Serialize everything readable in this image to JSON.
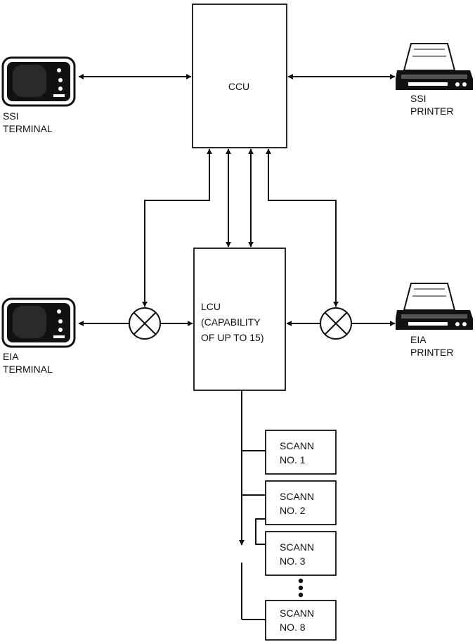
{
  "nodes": {
    "ccu": {
      "label": "CCU"
    },
    "lcu": {
      "lines": [
        "LCU",
        "(CAPABILITY",
        "OF UP TO 15)"
      ]
    },
    "ssi_terminal": {
      "lines": [
        "SSI",
        "TERMINAL"
      ]
    },
    "ssi_printer": {
      "lines": [
        "SSI",
        "PRINTER"
      ]
    },
    "eia_terminal": {
      "lines": [
        "EIA",
        "TERMINAL"
      ]
    },
    "eia_printer": {
      "lines": [
        "EIA",
        "PRINTER"
      ]
    },
    "scanners": [
      {
        "lines": [
          "SCANN",
          "NO. 1"
        ]
      },
      {
        "lines": [
          "SCANN",
          "NO. 2"
        ]
      },
      {
        "lines": [
          "SCANN",
          "NO. 3"
        ]
      },
      {
        "lines": [
          "SCANN",
          "NO. 8"
        ]
      }
    ]
  },
  "colors": {
    "ink": "#111111",
    "background": "#ffffff"
  },
  "icons": [
    "terminal-icon",
    "printer-icon",
    "multiplexer-icon",
    "arrowhead-icon",
    "ellipsis-dots-icon"
  ]
}
